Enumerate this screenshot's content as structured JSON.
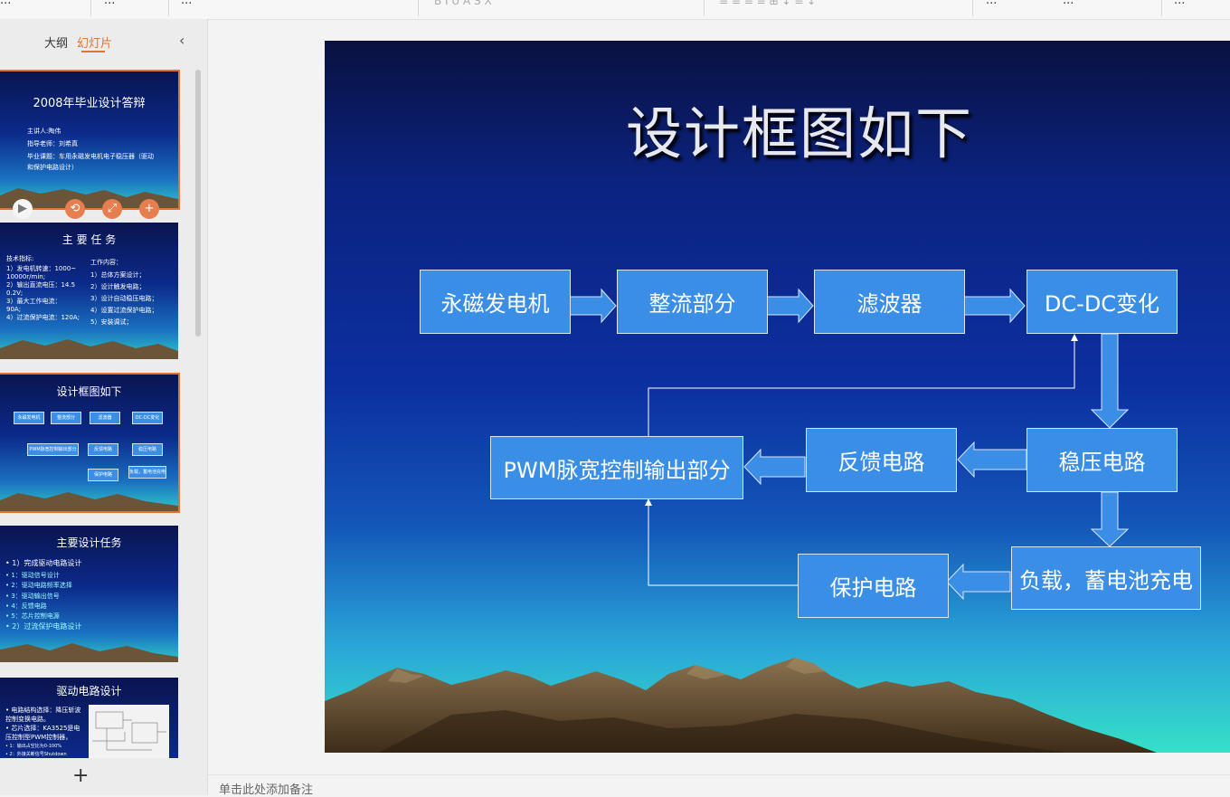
{
  "ribbon": {
    "items": [
      "...",
      "...",
      "...",
      "...",
      "...",
      "...",
      "..."
    ]
  },
  "left_panel": {
    "tabs": [
      "大纲",
      "幻灯片"
    ],
    "active_tab": "幻灯片",
    "add_slide": "+"
  },
  "thumbnails": [
    {
      "title": "2008年毕业设计答辩",
      "lines": [
        "主讲人:陶伟",
        "指导老师：刘希真",
        "毕业课题：车用永磁发电机电子稳压器（驱动",
        "和保护电路设计）"
      ]
    },
    {
      "title": "主 要 任 务",
      "left_lines": [
        "技术指标:",
        "1）发电机转速：1000~",
        "    10000r/min;",
        "2）输出直流电压：14.5",
        "    0.2V;",
        "3）最大工作电流：",
        "    90A;",
        "4）过流保护电流：120A;"
      ],
      "right_lines": [
        "工作内容：",
        "1）总体方案设计；",
        "2）设计触发电路；",
        "3）设计自动稳压电路；",
        "4）设置过流保护电路；",
        "5）安装调试；"
      ]
    },
    {
      "title": "设计框图如下"
    },
    {
      "title": "主要设计任务",
      "lines": [
        "• 1）完成驱动电路设计",
        "•          1：驱动信号设计",
        "•          2：驱动电路频率选择",
        "•          3：驱动输出信号",
        "•          4：反馈电路",
        "•          5：芯片控制电源",
        "• 2）过流保护电路设计"
      ]
    },
    {
      "title": "驱动电路设计",
      "lines": [
        "• 电路结构选择：降压斩波",
        "  控制变换电路。",
        "• 芯片选择：KA3525是电",
        "  压控制型PWM控制器，",
        "•    1：输出占空比为0-100%",
        "•    2：外接关断信号Shutdown"
      ]
    }
  ],
  "slide": {
    "title": "设计框图如下",
    "blocks": {
      "generator": "永磁发电机",
      "rectifier": "整流部分",
      "filter": "滤波器",
      "dcdc": "DC-DC变化",
      "regulator": "稳压电路",
      "feedback": "反馈电路",
      "pwm": "PWM脉宽控制输出部分",
      "load": "负载，蓄电池充电",
      "protection": "保护电路"
    }
  },
  "thumb_blocks": {
    "generator": "永磁发电机",
    "rectifier": "整流部分",
    "filter": "滤波器",
    "dcdc": "DC-DC变化",
    "regulator": "稳压电路",
    "feedback": "反馈电路",
    "pwm": "PWM脉宽控制输出部分",
    "load": "负载，蓄电池充电",
    "protection": "保护电路"
  },
  "notes": {
    "placeholder": "单击此处添加备注"
  },
  "colors": {
    "accent": "#e0732f",
    "block": "#3a8ee6"
  }
}
